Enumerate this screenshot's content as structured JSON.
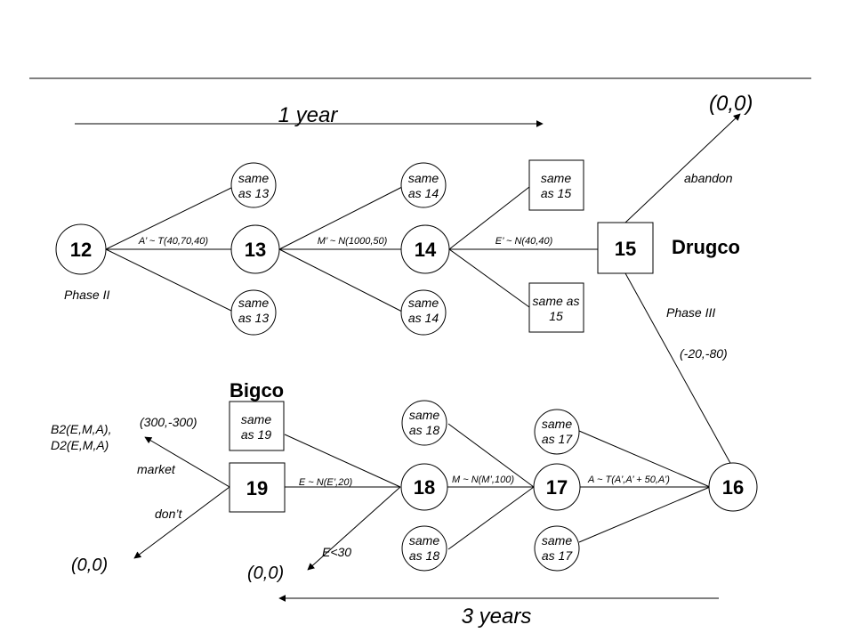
{
  "timeline": {
    "top_label": "1 year",
    "bottom_label": "3 years"
  },
  "nodes": {
    "n12": "12",
    "n13": "13",
    "n14": "14",
    "n15": "15",
    "n16": "16",
    "n17": "17",
    "n18": "18",
    "n19": "19"
  },
  "same_as": {
    "s13_top": [
      "same",
      "as 13"
    ],
    "s13_bot": [
      "same",
      "as 13"
    ],
    "s14_top": [
      "same",
      "as 14"
    ],
    "s14_bot": [
      "same",
      "as 14"
    ],
    "s15_top": [
      "same",
      "as 15"
    ],
    "s15_bot": [
      "same as",
      "15"
    ],
    "s17_top": [
      "same",
      "as 17"
    ],
    "s17_bot": [
      "same",
      "as 17"
    ],
    "s18_top": [
      "same",
      "as 18"
    ],
    "s18_bot": [
      "same",
      "as 18"
    ],
    "s19_top": [
      "same",
      "as 19"
    ]
  },
  "edge_labels": {
    "e12_13": "A’ ~ T(40,70,40)",
    "e13_14": "M’ ~ N(1000,50)",
    "e14_15": "E’ ~ N(40,40)",
    "e16_17": "A ~ T(A’,A’ + 50,A’)",
    "e17_18": "M ~ N(M’,100)",
    "e18_19": "E ~ N(E’,20)"
  },
  "annotations": {
    "phase2": "Phase II",
    "phase3": "Phase III",
    "drugco": "Drugco",
    "bigco": "Bigco",
    "abandon": "abandon",
    "payoff_abandon": "(0,0)",
    "payoff_phase3": "(-20,-80)",
    "payoff_market": "(300,-300)",
    "payoff_dont": "(0,0)",
    "payoff_e30": "(0,0)",
    "market": "market",
    "dont": "don’t",
    "e_lt_30": "E<30",
    "bigco_funcs": [
      "B2(E,M,A),",
      "D2(E,M,A)"
    ]
  }
}
